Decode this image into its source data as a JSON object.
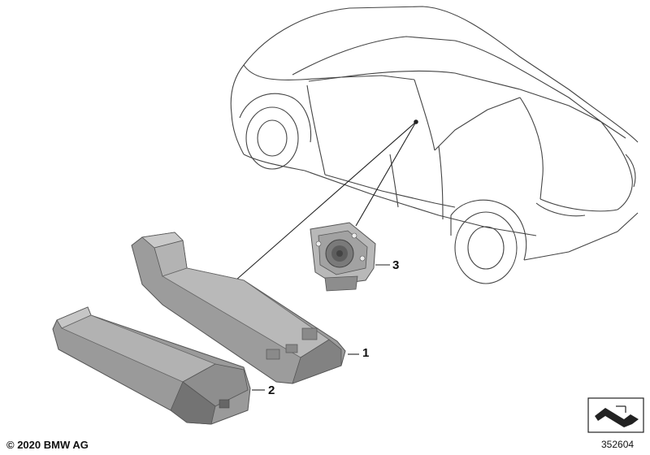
{
  "diagram": {
    "callouts": [
      {
        "id": "1",
        "label": "1"
      },
      {
        "id": "2",
        "label": "2"
      },
      {
        "id": "3",
        "label": "3"
      }
    ],
    "copyright": "© 2020 BMW AG",
    "drawing_number": "352604",
    "colors": {
      "line": "#333333",
      "part_fill": "#9a9a9a",
      "part_light": "#c4c4c4",
      "part_dark": "#6d6d6d"
    },
    "icons": [
      "nav-symbol-icon"
    ]
  }
}
